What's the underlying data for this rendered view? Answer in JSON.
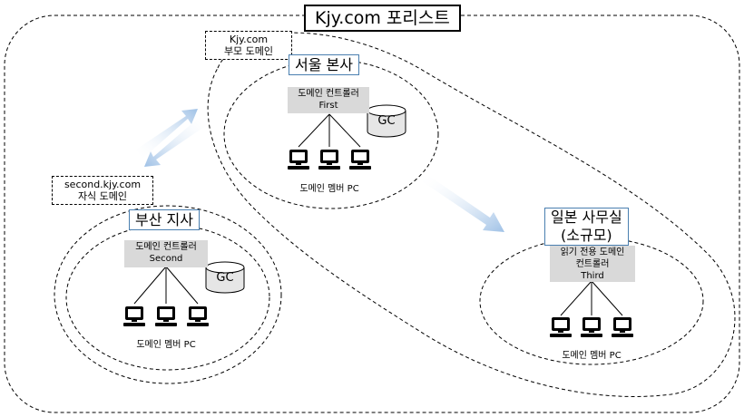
{
  "forest": {
    "title": "Kjy.com 포리스트"
  },
  "parent_domain": {
    "line1": "Kjy.com",
    "line2": "부모 도메인"
  },
  "child_domain": {
    "line1": "second.kjy.com",
    "line2": "자식 도메인"
  },
  "sites": {
    "seoul": {
      "title": "서울 본사",
      "dc_line1": "도메인 컨트롤러",
      "dc_line2": "First",
      "gc": "GC",
      "members": "도메인 멤버 PC"
    },
    "busan": {
      "title": "부산 지사",
      "dc_line1": "도메인 컨트롤러",
      "dc_line2": "Second",
      "gc": "GC",
      "members": "도메인 멤버 PC"
    },
    "japan": {
      "title_line1": "일본 사무실",
      "title_line2": "(소규모)",
      "dc_line1": "읽기 전용 도메인",
      "dc_line2": "컨트롤러",
      "dc_line3": "Third",
      "members": "도메인 멤버 PC"
    }
  },
  "colors": {
    "arrow": "#a9c8e8",
    "site_border": "#4a7fb0",
    "dc_fill": "#d9d9d9"
  }
}
